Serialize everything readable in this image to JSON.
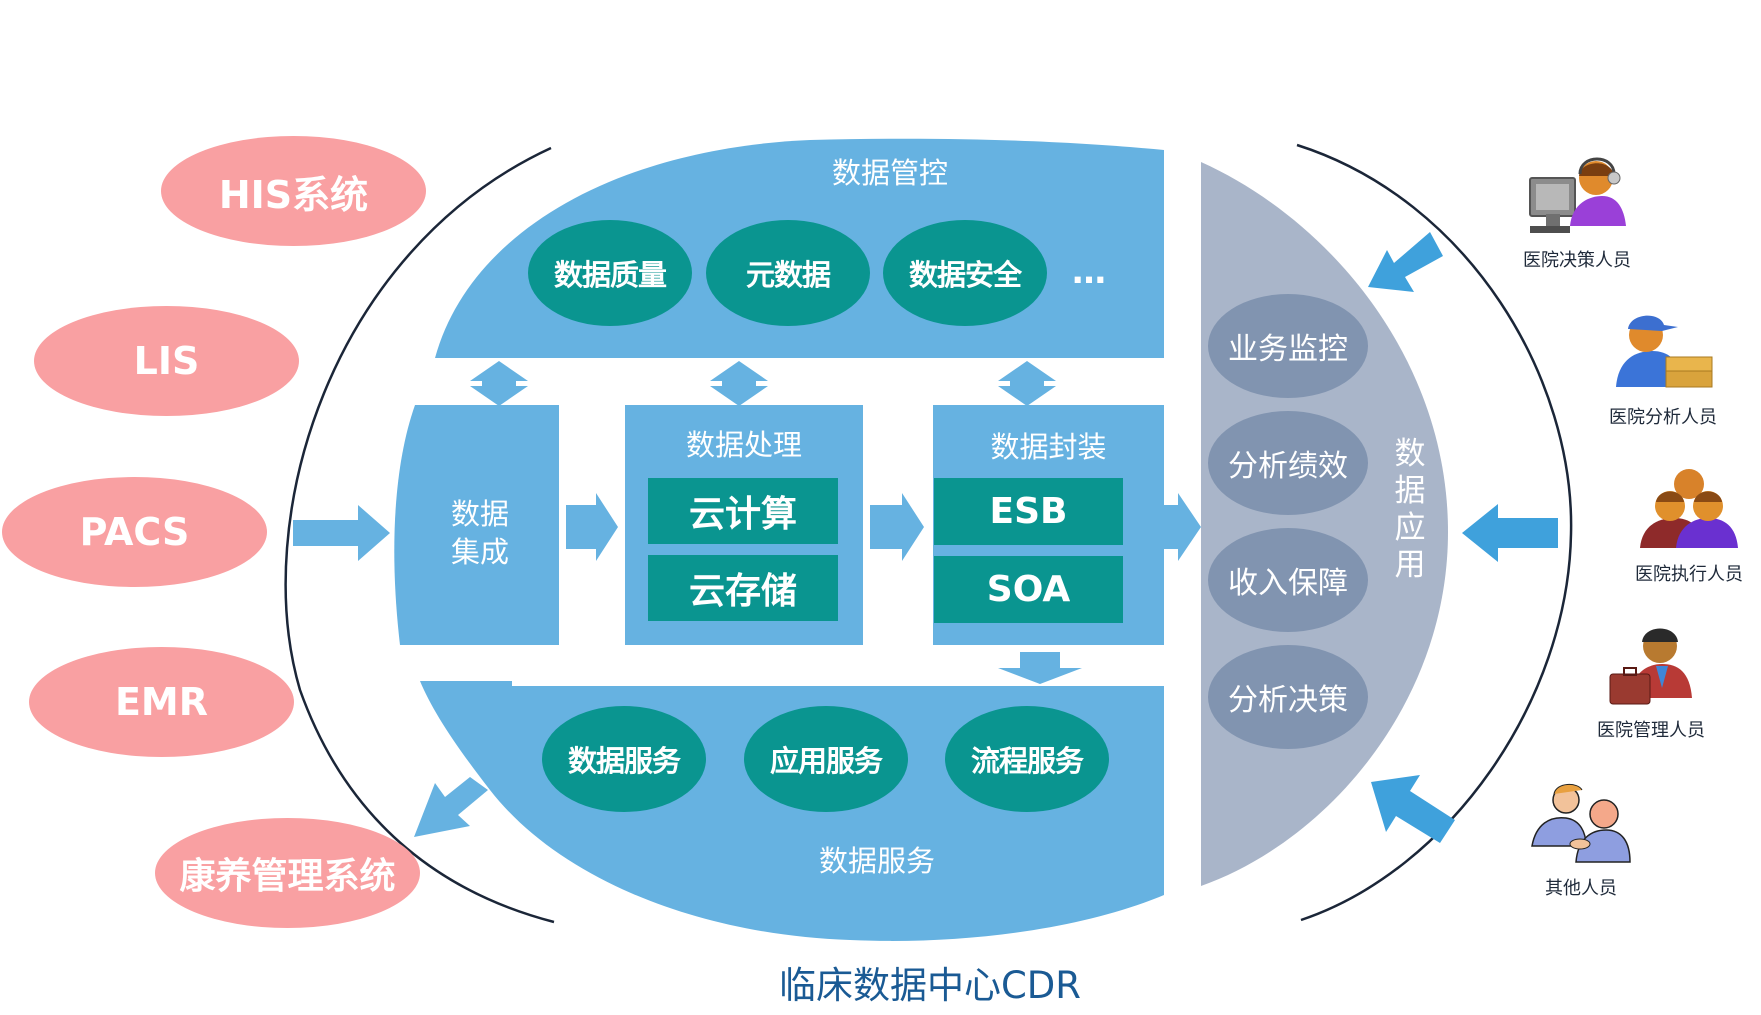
{
  "colors": {
    "source_pink": "#f9a0a2",
    "cdr_blue": "#66b2e1",
    "teal": "#0a9590",
    "app_gray": "#a9b5c9",
    "app_oval": "#8194b0",
    "arrow_blue": "#3fa1dc",
    "caption_blue": "#1a5a94",
    "outline": "#1b2638"
  },
  "sources": [
    {
      "label": "HIS系统"
    },
    {
      "label": "LIS"
    },
    {
      "label": "PACS"
    },
    {
      "label": "EMR"
    }
  ],
  "consumer_system": {
    "label": "康养管理系统"
  },
  "governance": {
    "title": "数据管控",
    "items": [
      {
        "label": "数据质量"
      },
      {
        "label": "元数据"
      },
      {
        "label": "数据安全"
      }
    ],
    "more": "…"
  },
  "pipeline": {
    "integration": {
      "title_line1": "数据",
      "title_line2": "集成"
    },
    "processing": {
      "title": "数据处理",
      "items": [
        {
          "label": "云计算"
        },
        {
          "label": "云存储"
        }
      ]
    },
    "packaging": {
      "title": "数据封装",
      "items": [
        {
          "label": "ESB"
        },
        {
          "label": "SOA"
        }
      ]
    }
  },
  "services": {
    "title": "数据服务",
    "items": [
      {
        "label": "数据服务"
      },
      {
        "label": "应用服务"
      },
      {
        "label": "流程服务"
      }
    ]
  },
  "application": {
    "title_chars": [
      "数",
      "据",
      "应",
      "用"
    ],
    "items": [
      {
        "label": "业务监控"
      },
      {
        "label": "分析绩效"
      },
      {
        "label": "收入保障"
      },
      {
        "label": "分析决策"
      }
    ]
  },
  "users": [
    {
      "label": "医院决策人员",
      "icon": "call-center-person-icon"
    },
    {
      "label": "医院分析人员",
      "icon": "delivery-person-icon"
    },
    {
      "label": "医院执行人员",
      "icon": "group-people-icon"
    },
    {
      "label": "医院管理人员",
      "icon": "businessman-briefcase-icon"
    },
    {
      "label": "其他人员",
      "icon": "handshake-people-icon"
    }
  ],
  "caption": "临床数据中心CDR"
}
